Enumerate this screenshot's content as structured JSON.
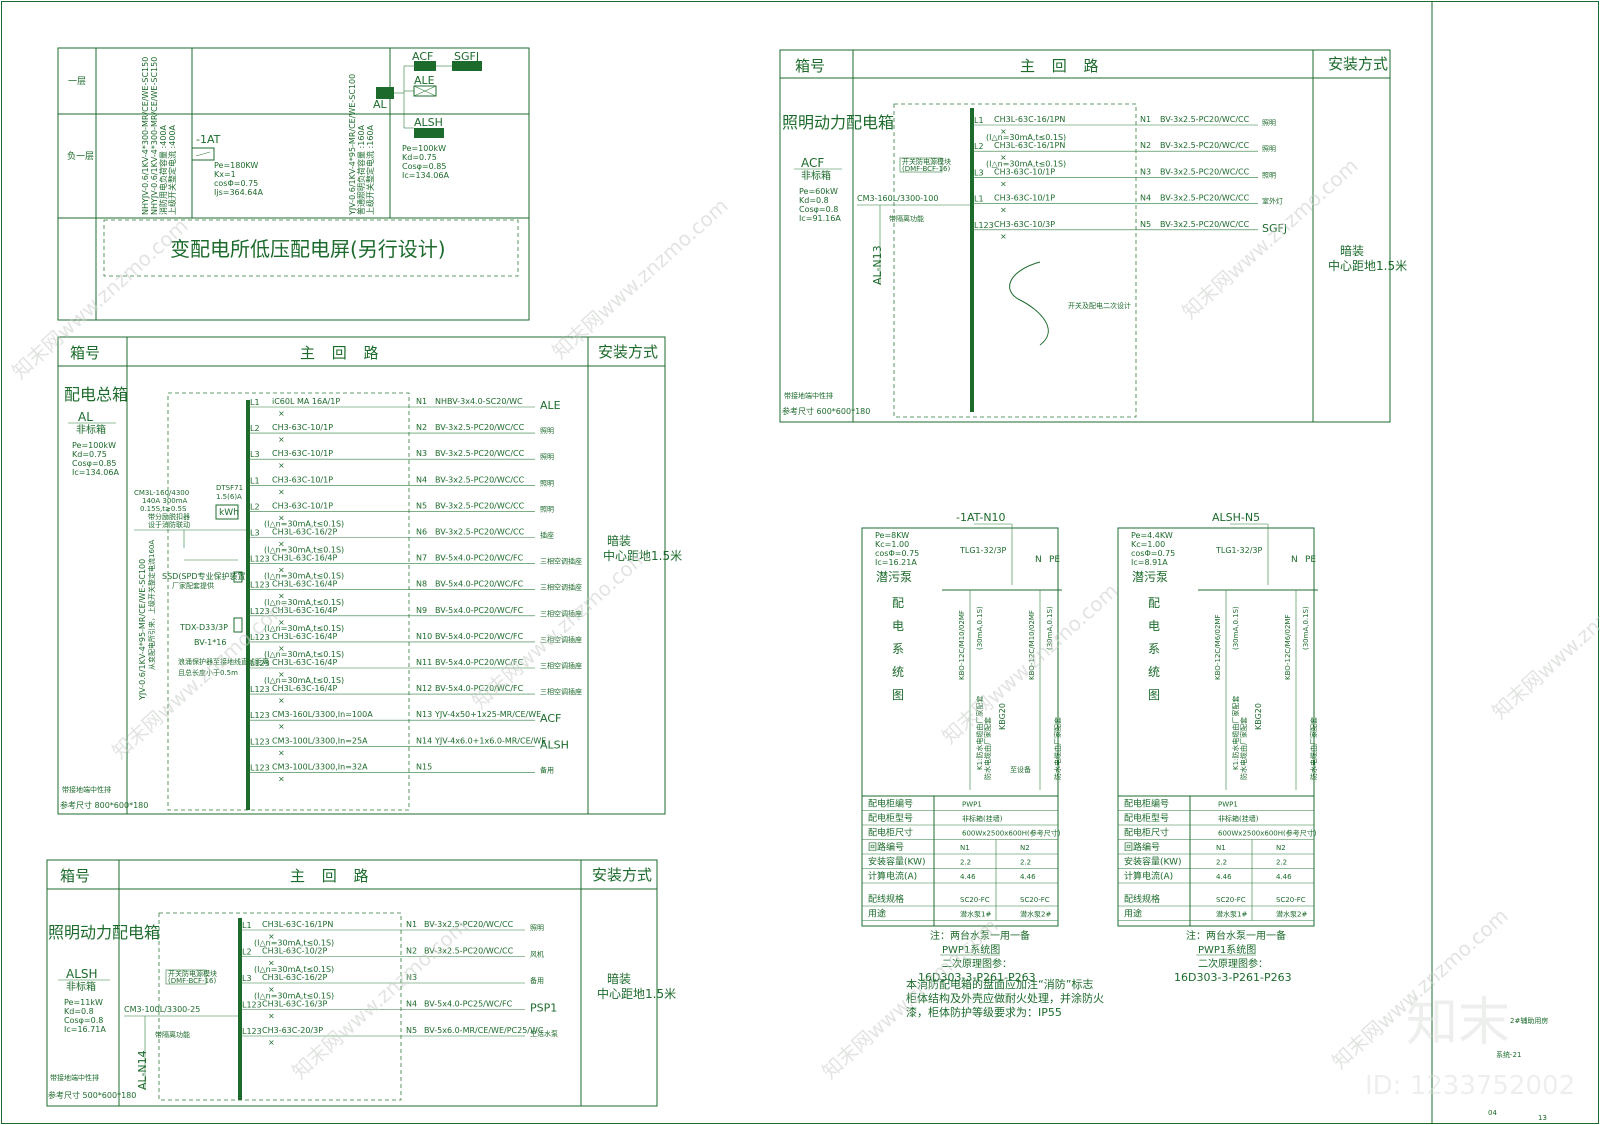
{
  "sheet": {
    "sheet_name": "2#辅助用房",
    "sheet_code": "系统-21",
    "page_a": "04",
    "page_b": "13",
    "logo_text": "知末",
    "id_text": "ID: 1233752002",
    "watermark": "知末网www.znzmo.com"
  },
  "riser": {
    "floor_1": "一层",
    "floor_b1": "负一层",
    "cable_1a": "NHYJV-0.6/1KV-4*300-MR/CE/WE-SC150",
    "cable_1b": "NHYJV-0.6/1KV-4*300-MR/CE/WE-SC150",
    "cable_1c": "消防用电负荷容量 :400A",
    "cable_1d": "上级开关整定电流 :400A",
    "at_label": "-1AT",
    "at_pe": "Pe=180KW",
    "at_kx": "Kx=1",
    "at_cos": "cosΦ=0.75",
    "at_ijs": "Ijs=364.64A",
    "cable_2a": "YJV-0.6/1KV-4*95-MR/CE/WE-SC100",
    "cable_2b": "普通照明负荷容量 :160A",
    "cable_2c": "上级开关整定电流 :160A",
    "al_label": "AL",
    "acf_label": "ACF",
    "sgfj_label": "SGFJ",
    "ale_label": "ALE",
    "alsh_label": "ALSH",
    "al_pe": "Pe=100kW",
    "al_kd": "Kd=0.75",
    "al_cos": "Cosφ=0.85",
    "al_ic": "Ic=134.06A",
    "substation": "变配电所低压配电屏(另行设计)"
  },
  "al_box": {
    "h_box": "箱号",
    "h_main": "主    回    路",
    "h_install": "安装方式",
    "name": "配电总箱",
    "code": "AL",
    "sub": "非标箱",
    "pe": "Pe=100kW",
    "kd": "Kd=0.75",
    "cos": "Cosφ=0.85",
    "ic": "Ic=134.06A",
    "incoming_a": "CM3L-160/4300",
    "incoming_b": "140A  300mA",
    "incoming_c": "0.15S,t≥0.5S",
    "incoming_d": "带分励脱扣器",
    "incoming_e": "设于消防联动",
    "meter_a": "DTSF71",
    "meter_b": "1.5(6)A",
    "meter_c": "kWh",
    "feeder_cable": "YJV-0.6/1KV-4*95-MR/CE/WE-SC100",
    "feeder_note": "从变配电所引来，上级开关整定电流160A",
    "spd_a": "SSD(SPD专业保护装置)",
    "spd_b": "厂家配套提供",
    "spd_c": "TDX-D33/3P",
    "spd_d": "BV-1*16",
    "spd_e": "浪涌保护器至接地线直线距离",
    "spd_f": "且总长度小于0.5m",
    "ground": "带接地端中性排",
    "size": "参考尺寸 800*600*180",
    "install_a": "暗装",
    "install_b": "中心距地1.5米",
    "rows": [
      {
        "phase": "L1",
        "breaker": "iC60L MA 16A/1P",
        "rcd": "",
        "circuit": "N1",
        "cable": "NHBV-3x4.0-SC20/WC",
        "use": "ALE"
      },
      {
        "phase": "L2",
        "breaker": "CH3-63C-10/1P",
        "rcd": "",
        "circuit": "N2",
        "cable": "BV-3x2.5-PC20/WC/CC",
        "use": "照明"
      },
      {
        "phase": "L3",
        "breaker": "CH3-63C-10/1P",
        "rcd": "",
        "circuit": "N3",
        "cable": "BV-3x2.5-PC20/WC/CC",
        "use": "照明"
      },
      {
        "phase": "L1",
        "breaker": "CH3-63C-10/1P",
        "rcd": "",
        "circuit": "N4",
        "cable": "BV-3x2.5-PC20/WC/CC",
        "use": "照明"
      },
      {
        "phase": "L2",
        "breaker": "CH3-63C-10/1P",
        "rcd": "",
        "circuit": "N5",
        "cable": "BV-3x2.5-PC20/WC/CC",
        "use": "照明"
      },
      {
        "phase": "L3",
        "breaker": "CH3L-63C-16/2P",
        "rcd": "(I△n=30mA,t≤0.1S)",
        "circuit": "N6",
        "cable": "BV-3x2.5-PC20/WC/CC",
        "use": "插座"
      },
      {
        "phase": "L123",
        "breaker": "CH3L-63C-16/4P",
        "rcd": "(I△n=30mA,t≤0.1S)",
        "circuit": "N7",
        "cable": "BV-5x4.0-PC20/WC/FC",
        "use": "三相空调插座"
      },
      {
        "phase": "L123",
        "breaker": "CH3L-63C-16/4P",
        "rcd": "(I△n=30mA,t≤0.1S)",
        "circuit": "N8",
        "cable": "BV-5x4.0-PC20/WC/FC",
        "use": "三相空调插座"
      },
      {
        "phase": "L123",
        "breaker": "CH3L-63C-16/4P",
        "rcd": "(I△n=30mA,t≤0.1S)",
        "circuit": "N9",
        "cable": "BV-5x4.0-PC20/WC/FC",
        "use": "三相空调插座"
      },
      {
        "phase": "L123",
        "breaker": "CH3L-63C-16/4P",
        "rcd": "(I△n=30mA,t≤0.1S)",
        "circuit": "N10",
        "cable": "BV-5x4.0-PC20/WC/FC",
        "use": "三相空调插座"
      },
      {
        "phase": "L123",
        "breaker": "CH3L-63C-16/4P",
        "rcd": "(I△n=30mA,t≤0.1S)",
        "circuit": "N11",
        "cable": "BV-5x4.0-PC20/WC/FC",
        "use": "三相空调插座"
      },
      {
        "phase": "L123",
        "breaker": "CH3L-63C-16/4P",
        "rcd": "(I△n=30mA,t≤0.1S)",
        "circuit": "N12",
        "cable": "BV-5x4.0-PC20/WC/FC",
        "use": "三相空调插座"
      },
      {
        "phase": "L123",
        "breaker": "CM3-160L/3300,In=100A",
        "rcd": "",
        "circuit": "N13",
        "cable": "YJV-4x50+1x25-MR/CE/WE",
        "use": "ACF"
      },
      {
        "phase": "L123",
        "breaker": "CM3-100L/3300,In=25A",
        "rcd": "",
        "circuit": "N14",
        "cable": "YJV-4x6.0+1x6.0-MR/CE/WE",
        "use": "ALSH"
      },
      {
        "phase": "L123",
        "breaker": "CM3-100L/3300,In=32A",
        "rcd": "",
        "circuit": "N15",
        "cable": "",
        "use": "备用"
      }
    ]
  },
  "acf_box": {
    "h_box": "箱号",
    "h_main": "主    回    路",
    "h_install": "安装方式",
    "name": "照明动力配电箱",
    "code": "ACF",
    "sub": "非标箱",
    "pe": "Pe=60kW",
    "kd": "Kd=0.8",
    "cos": "Cosφ=0.8",
    "ic": "Ic=91.16A",
    "incoming": "CM3-160L/3300-100",
    "incoming_note": "带隔离功能",
    "feeder": "AL-N13",
    "tag_a": "开关防电源模块",
    "tag_b": "(DMF-BCF-16)",
    "curve_note": "开关及配电二次设计",
    "ground": "带接地端中性排",
    "size": "参考尺寸 600*600*180",
    "install_a": "暗装",
    "install_b": "中心距地1.5米",
    "rows": [
      {
        "phase": "L1",
        "breaker": "CH3L-63C-16/1PN",
        "rcd": "",
        "circuit": "N1",
        "cable": "BV-3x2.5-PC20/WC/CC",
        "use": "照明"
      },
      {
        "phase": "L2",
        "breaker": "CH3L-63C-16/1PN",
        "rcd": "(I△n=30mA,t≤0.1S)",
        "circuit": "N2",
        "cable": "BV-3x2.5-PC20/WC/CC",
        "use": "照明"
      },
      {
        "phase": "L3",
        "breaker": "CH3-63C-10/1P",
        "rcd": "(I△n=30mA,t≤0.1S)",
        "circuit": "N3",
        "cable": "BV-3x2.5-PC20/WC/CC",
        "use": "照明"
      },
      {
        "phase": "L1",
        "breaker": "CH3-63C-10/1P",
        "rcd": "",
        "circuit": "N4",
        "cable": "BV-3x2.5-PC20/WC/CC",
        "use": "室外灯"
      },
      {
        "phase": "L123",
        "breaker": "CH3-63C-10/3P",
        "rcd": "",
        "circuit": "N5",
        "cable": "BV-3x2.5-PC20/WC/CC",
        "use": "SGFJ"
      }
    ]
  },
  "alsh_box": {
    "h_box": "箱号",
    "h_main": "主    回    路",
    "h_install": "安装方式",
    "name": "照明动力配电箱",
    "code": "ALSH",
    "sub": "非标箱",
    "pe": "Pe=11kW",
    "kd": "Kd=0.8",
    "cos": "Cosφ=0.8",
    "ic": "Ic=16.71A",
    "incoming": "CM3-100L/3300-25",
    "incoming_note": "带隔离功能",
    "feeder": "AL-N14",
    "tag_a": "开关防电源模块",
    "tag_b": "(DMF-BCF-16)",
    "ground": "带接地端中性排",
    "size": "参考尺寸 500*600*180",
    "install_a": "暗装",
    "install_b": "中心距地1.5米",
    "rows": [
      {
        "phase": "L1",
        "breaker": "CH3L-63C-16/1PN",
        "rcd": "",
        "circuit": "N1",
        "cable": "BV-3x2.5-PC20/WC/CC",
        "use": "照明"
      },
      {
        "phase": "L2",
        "breaker": "CH3L-63C-10/2P",
        "rcd": "(I△n=30mA,t≤0.1S)",
        "circuit": "N2",
        "cable": "BV-3x2.5-PC20/WC/CC",
        "use": "风机"
      },
      {
        "phase": "L3",
        "breaker": "CH3L-63C-16/2P",
        "rcd": "(I△n=30mA,t≤0.1S)",
        "circuit": "N3",
        "cable": "",
        "use": "备用"
      },
      {
        "phase": "L123",
        "breaker": "CH3L-63C-16/3P",
        "rcd": "(I△n=30mA,t≤0.1S)",
        "circuit": "N4",
        "cable": "BV-5x4.0-PC25/WC/FC",
        "use": "PSP1"
      },
      {
        "phase": "L123",
        "breaker": "CH3-63C-20/3P",
        "rcd": "",
        "circuit": "N5",
        "cable": "BV-5x6.0-MR/CE/WE/PC25/WC",
        "use": "生活水泵"
      }
    ]
  },
  "pump_left": {
    "feed": "-1AT-N10",
    "pe": "Pe=8KW",
    "kc": "Kc=1.00",
    "cos": "cosΦ=0.75",
    "ic": "Ic=16.21A",
    "title_chars": [
      "潜",
      "污",
      "泵",
      "配",
      "电",
      "系",
      "统",
      "图"
    ],
    "main_sw": "TLG1-32/3P",
    "n_mark": "N",
    "pe_mark": "PE",
    "branch1": "KBO-12C/M10/02MF",
    "branch2": "KBO-12C/M10/02MF",
    "rcd1": "(30mA,0.1S)",
    "rcd2": "(30mA,0.1S)",
    "cable": "KBG20",
    "ctrl": "K1:防水电缆由厂家配套",
    "pump_note": "至设备",
    "table": [
      {
        "k": "配电柜编号",
        "v1": "PWP1",
        "v2": ""
      },
      {
        "k": "配电柜型号",
        "v1": "非标箱(挂墙)",
        "v2": ""
      },
      {
        "k": "配电柜尺寸",
        "v1": "600Wx2500x600H(参考尺寸)",
        "v2": ""
      },
      {
        "k": "回路编号",
        "v1": "N1",
        "v2": "N2"
      },
      {
        "k": "安装容量(KW)",
        "v1": "2.2",
        "v2": "2.2"
      },
      {
        "k": "计算电流(A)",
        "v1": "4.46",
        "v2": "4.46"
      },
      {
        "k": "配线规格",
        "v1": "SC20-FC",
        "v2": "SC20-FC"
      },
      {
        "k": "用途",
        "v1": "潜水泵1#",
        "v2": "潜水泵2#"
      }
    ],
    "wire_note1": "防水电缆由厂家配套",
    "wire_note2": "防水电缆由厂家配套",
    "note": "注：两台水泵一用一备",
    "system_name": "PWP1系统图",
    "ref_title": "二次原理图参：",
    "ref_code": "16D303-3-P261-P263",
    "fire_note_1": "本消防配电箱的盘面应加注“消防”标志",
    "fire_note_2": "柜体结构及外壳应做耐火处理，并涂防火",
    "fire_note_3": "漆，柜体防护等级要求为：IP55"
  },
  "pump_right": {
    "feed": "ALSH-N5",
    "pe": "Pe=4.4KW",
    "kc": "Kc=1.00",
    "cos": "cosΦ=0.75",
    "ic": "Ic=8.91A",
    "title_chars": [
      "潜",
      "污",
      "泵",
      "配",
      "电",
      "系",
      "统",
      "图"
    ],
    "main_sw": "TLG1-32/3P",
    "n_mark": "N",
    "pe_mark": "PE",
    "branch1": "KBO-12C/M6/02MF",
    "branch2": "KBO-12C/M6/02MF",
    "rcd1": "(30mA,0.1S)",
    "rcd2": "(30mA,0.1S)",
    "cable": "KBG20",
    "ctrl": "K1:防水电缆由厂家配套",
    "table": [
      {
        "k": "配电柜编号",
        "v1": "PWP1",
        "v2": ""
      },
      {
        "k": "配电柜型号",
        "v1": "非标箱(挂墙)",
        "v2": ""
      },
      {
        "k": "配电柜尺寸",
        "v1": "600Wx2500x600H(参考尺寸)",
        "v2": ""
      },
      {
        "k": "回路编号",
        "v1": "N1",
        "v2": "N2"
      },
      {
        "k": "安装容量(KW)",
        "v1": "2.2",
        "v2": "2.2"
      },
      {
        "k": "计算电流(A)",
        "v1": "4.46",
        "v2": "4.46"
      },
      {
        "k": "配线规格",
        "v1": "SC20-FC",
        "v2": "SC20-FC"
      },
      {
        "k": "用途",
        "v1": "潜水泵1#",
        "v2": "潜水泵2#"
      }
    ],
    "wire_note1": "防水电缆由厂家配套",
    "wire_note2": "防水电缆由厂家配套",
    "note": "注：两台水泵一用一备",
    "system_name": "PWP1系统图",
    "ref_title": "二次原理图参：",
    "ref_code": "16D303-3-P261-P263"
  }
}
